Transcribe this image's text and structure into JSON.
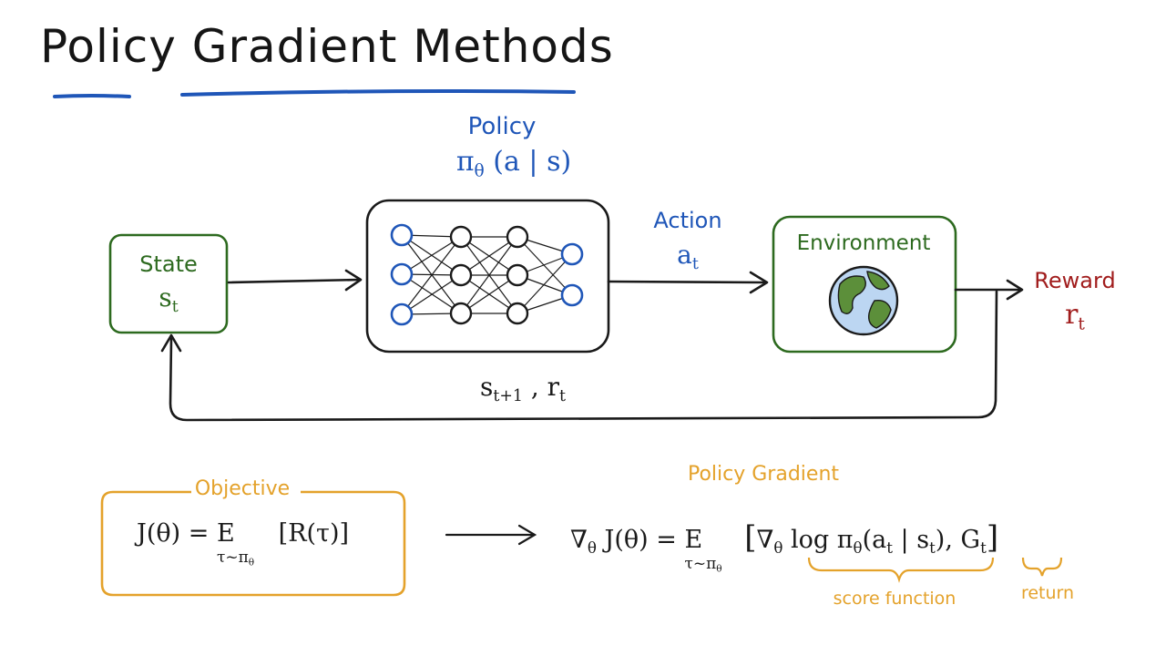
{
  "title": "Policy Gradient Methods",
  "state": {
    "label": "State",
    "symbol": "s",
    "sub": "t"
  },
  "policy": {
    "label": "Policy",
    "pi": "π",
    "theta": "θ",
    "args": "(a | s)"
  },
  "action": {
    "label": "Action",
    "symbol": "a",
    "sub": "t"
  },
  "environment": {
    "label": "Environment"
  },
  "reward": {
    "label": "Reward",
    "symbol": "r",
    "sub": "t"
  },
  "feedback": {
    "s": "s",
    "s_sub": "t+1",
    "sep": ",",
    "r": "r",
    "r_sub": "t"
  },
  "objective": {
    "label": "Objective",
    "lhs": "J(θ) = ",
    "E": "E",
    "E_sub": "τ~π",
    "E_sub_sub": "θ",
    "body": "[R(τ)]"
  },
  "gradient": {
    "label": "Policy Gradient",
    "nabla": "∇",
    "theta": "θ",
    "lhs": " J(θ) = ",
    "E": "E",
    "E_sub": "τ~π",
    "E_sub_sub": "θ",
    "open": "[",
    "nabla2": "∇",
    "theta2": "θ",
    "log": " log π",
    "theta3": "θ",
    "args_open": "(a",
    "a_sub": "t",
    "bar": " | s",
    "s_sub": "t",
    "args_close": "), ",
    "G": "G",
    "G_sub": "t",
    "close": "]",
    "score_label": "score function",
    "return_label": "return"
  },
  "colors": {
    "green": "#2d6a1f",
    "blue": "#1f56b8",
    "red": "#a11d1d",
    "orange": "#e4a22b",
    "ink": "#1a1a1a"
  }
}
